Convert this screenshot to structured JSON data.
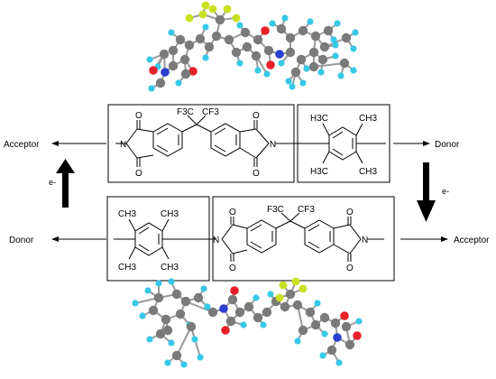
{
  "flow_labels": {
    "acceptor_top_left": "Acceptor",
    "donor_top_right": "Donor",
    "donor_bottom_left": "Donor",
    "acceptor_bottom_right": "Acceptor",
    "electron_left": "e-",
    "electron_right": "e-"
  },
  "top_row": {
    "acceptor_group": {
      "cf3_left": "F3C",
      "cf3_right": "CF3",
      "oxygens": [
        "O",
        "O",
        "O",
        "O"
      ],
      "nitrogens": [
        "N",
        "N"
      ]
    },
    "donor_group": {
      "methyls": [
        "H3C",
        "CH3",
        "H3C",
        "CH3"
      ]
    }
  },
  "bottom_row": {
    "donor_group": {
      "methyls": [
        "CH3",
        "CH3",
        "CH3",
        "CH3"
      ]
    },
    "acceptor_group": {
      "cf3_left": "F3C",
      "cf3_right": "CF3",
      "oxygens": [
        "O",
        "O",
        "O",
        "O"
      ],
      "nitrogens": [
        "N",
        "N"
      ]
    }
  },
  "atom_colors": {
    "carbon": "#7a7a7a",
    "hydrogen": "#37c8e8",
    "oxygen": "#e8202a",
    "nitrogen": "#2b3fcf",
    "fluorine": "#c8e020"
  }
}
